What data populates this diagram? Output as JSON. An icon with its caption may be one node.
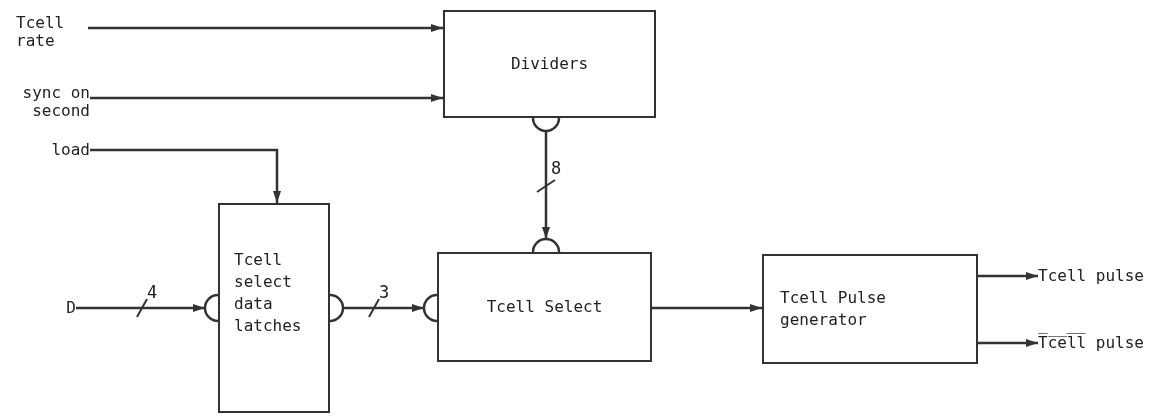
{
  "diagram": {
    "nodes": [
      {
        "text": [
          "Tcell rate"
        ]
      },
      {
        "text": [
          "sync on second"
        ]
      },
      {
        "text": [
          "load"
        ]
      },
      {
        "text": [
          "Dividers"
        ]
      },
      {
        "text": [
          "D"
        ]
      },
      {
        "text": [
          "Tcell select data latches"
        ]
      },
      {
        "text": [
          "Tcell Select"
        ]
      },
      {
        "text": [
          "Tcell Pulse generator"
        ]
      },
      {
        "text": [
          "Tcell pulse"
        ]
      },
      {
        "text": [
          "T̅c̅e̅l̅l̅ pulse"
        ]
      }
    ],
    "edges": [
      {
        "from": 0,
        "to": 3,
        "arrow": "to"
      },
      {
        "from": 1,
        "to": 3,
        "arrow": "to"
      },
      {
        "from": 2,
        "to": 5,
        "arrow": "to"
      },
      {
        "from": 4,
        "to": 5,
        "arrow": "to",
        "label": "4"
      },
      {
        "from": 5,
        "to": 6,
        "arrow": "to",
        "label": "3"
      },
      {
        "from": 3,
        "to": 6,
        "arrow": "to",
        "label": "8"
      },
      {
        "from": 6,
        "to": 7,
        "arrow": "to"
      },
      {
        "from": 7,
        "to": 8,
        "arrow": "to"
      },
      {
        "from": 7,
        "to": 9,
        "arrow": "to"
      }
    ]
  }
}
